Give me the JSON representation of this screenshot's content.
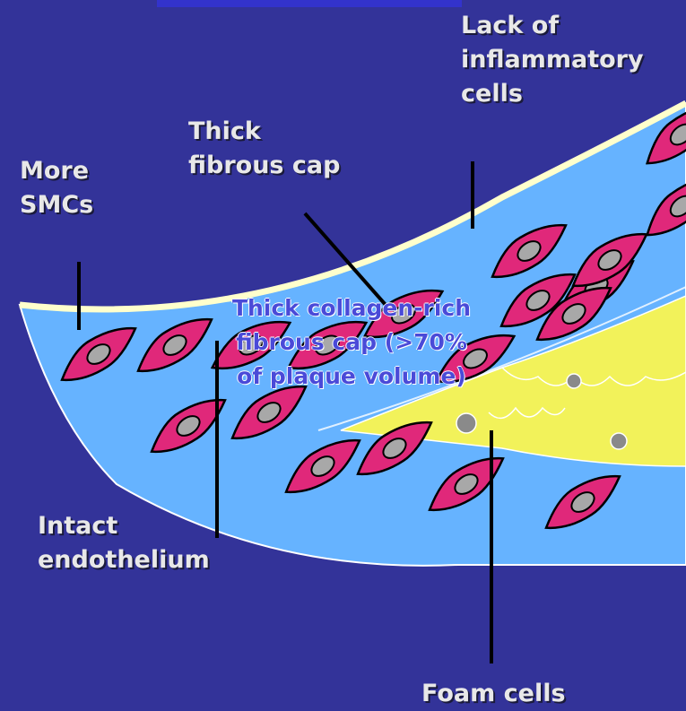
{
  "colors": {
    "background": "#333399",
    "header_bar": "#3333cc",
    "vessel_lumen": "#66b3ff",
    "endothelium_edge": "#ffffcc",
    "smc_fill": "#e0287a",
    "smc_nucleus": "#a8a8a8",
    "lipid_core": "#f2f25a",
    "foam_cell": "#8a8a8a",
    "pointer_line": "#000000"
  },
  "labels": {
    "lack_inflammatory": "Lack of\ninflammatory\ncells",
    "thick_cap": "Thick\nfibrous cap",
    "more_smcs": "More\nSMCs",
    "center_text": "Thick collagen-rich\nfibrous cap (>70%\nof plaque volume)",
    "intact_endothelium": "Intact\nendothelium",
    "foam_cells": "Foam cells"
  }
}
